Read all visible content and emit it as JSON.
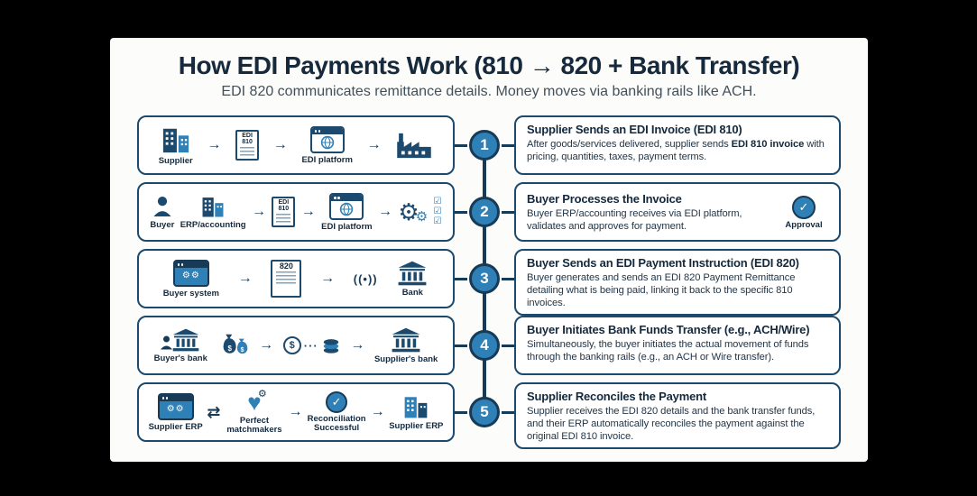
{
  "title": "How EDI Payments Work (810 → 820 + Bank Transfer)",
  "subtitle": "EDI 820 communicates remittance details. Money moves via banking rails like ACH.",
  "colors": {
    "navy": "#173a57",
    "blue": "#2f80b6",
    "ink": "#14293d"
  },
  "icons": {
    "arrow": "→",
    "double_arrow": "⇄",
    "gear": "⚙",
    "check": "✓",
    "checkbox": "☑",
    "signal": "((•))",
    "dots": "···",
    "heart": "♥",
    "dollar": "$"
  },
  "steps": [
    {
      "number": "1",
      "heading": "Supplier Sends an EDI Invoice (EDI 810)",
      "body_pre": "After goods/services delivered, supplier sends ",
      "body_bold": "EDI 810 invoice",
      "body_post": " with pricing, quantities, taxes, payment terms.",
      "doc_text": "EDI 810",
      "labels": {
        "supplier": "Supplier",
        "platform": "EDI platform"
      }
    },
    {
      "number": "2",
      "heading": "Buyer Processes the Invoice",
      "body_pre": "Buyer ERP/accounting receives via EDI platform, validates and approves for payment.",
      "body_bold": "",
      "body_post": "",
      "doc_text": "EDI 810",
      "approval_label": "Approval",
      "labels": {
        "buyer": "Buyer",
        "erp": "ERP/accounting",
        "platform": "EDI platform"
      }
    },
    {
      "number": "3",
      "heading": "Buyer Sends an EDI Payment Instruction (EDI 820)",
      "body_pre": "Buyer generates and sends an EDI 820 Payment Remittance detailing what is being paid, linking it back to the specific 810 invoices.",
      "body_bold": "",
      "body_post": "",
      "doc_text": "820",
      "labels": {
        "system": "Buyer system",
        "bank": "Bank"
      }
    },
    {
      "number": "4",
      "heading": "Buyer Initiates Bank Funds Transfer (e.g., ACH/Wire)",
      "body_pre": "Simultaneously, the buyer initiates the actual movement of funds through the banking rails (e.g., an ACH or Wire transfer).",
      "body_bold": "",
      "body_post": "",
      "labels": {
        "buyer_bank": "Buyer's bank",
        "supplier_bank": "Supplier's bank"
      }
    },
    {
      "number": "5",
      "heading": "Supplier Reconciles the Payment",
      "body_pre": "Supplier receives the EDI 820 details and the bank transfer funds, and their ERP automatically reconciles the payment against the original EDI 810 invoice.",
      "body_bold": "",
      "body_post": "",
      "labels": {
        "erp1": "Supplier ERP",
        "match": "Perfect matchmakers",
        "recon": "Reconciliation Successful",
        "erp2": "Supplier ERP"
      }
    }
  ]
}
